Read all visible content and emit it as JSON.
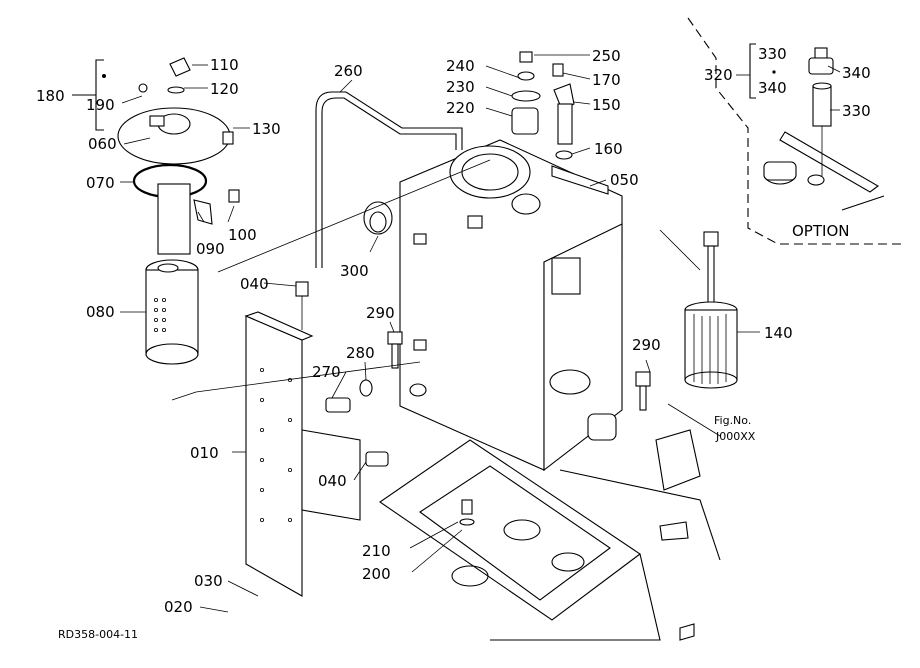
{
  "drawing_id": "RD358-004-11",
  "option": {
    "title": "OPTION",
    "group_label": "320",
    "group_items": [
      "330",
      "340"
    ]
  },
  "fig_ref": {
    "line1": "Fig.No.",
    "line2": "J000XX"
  },
  "callouts": {
    "p010": "010",
    "p020": "020",
    "p030": "030",
    "p040a": "040",
    "p040b": "040",
    "p050": "050",
    "p060": "060",
    "p070": "070",
    "p080": "080",
    "p090": "090",
    "p100": "100",
    "p110": "110",
    "p120": "120",
    "p130": "130",
    "p140": "140",
    "p150": "150",
    "p160": "160",
    "p170": "170",
    "p180": "180",
    "p190": "190",
    "p200": "200",
    "p210": "210",
    "p220": "220",
    "p230": "230",
    "p240": "240",
    "p250": "250",
    "p260": "260",
    "p270": "270",
    "p280": "280",
    "p290a": "290",
    "p290b": "290",
    "p300": "300",
    "p330": "330",
    "p340": "340"
  }
}
